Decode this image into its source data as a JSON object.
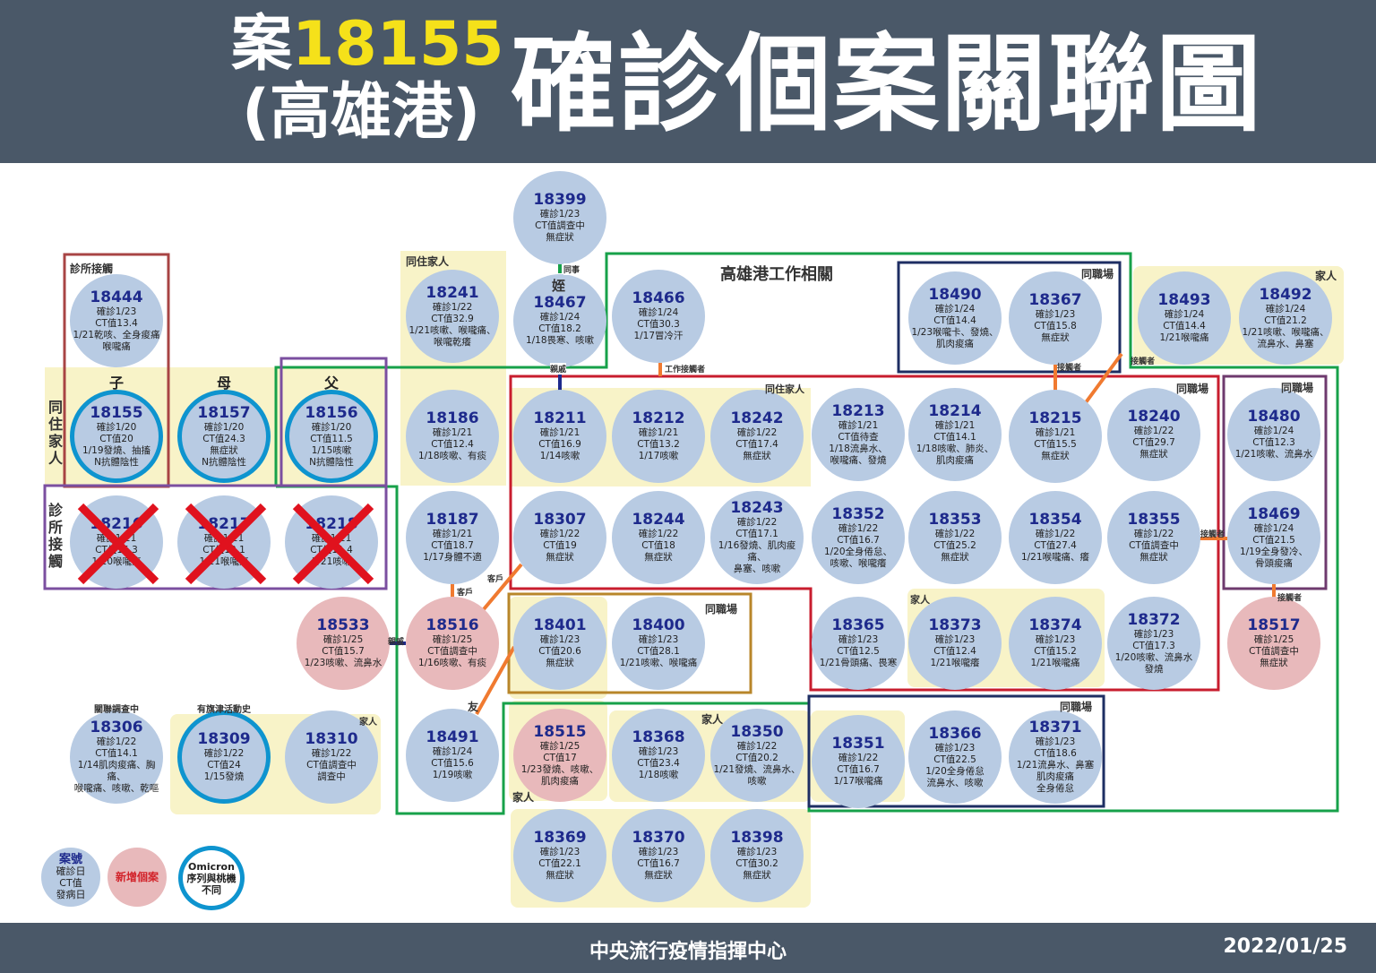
{
  "header": {
    "case_prefix": "案",
    "case_no": "18155",
    "location": "(高雄港)",
    "title": "確診個案關聯圖"
  },
  "footer": {
    "org": "中央流行疫情指揮中心",
    "date": "2022/01/25"
  },
  "colors": {
    "normal": "#b8cbe3",
    "new": "#e8b9bb",
    "omicron_ring": "#0e94cf",
    "id_text": "#1e2a8c"
  },
  "labels": {
    "clinic": "診所接觸",
    "cohabit_vert": "同住家人",
    "clinic_vert": "診所接觸",
    "son": "子",
    "mother": "母",
    "father": "父",
    "cohabit": "同住家人",
    "cohabit2": "同住家人",
    "port": "高雄港工作相關",
    "coworker_a": "同職場",
    "coworker_b": "同職場",
    "coworker_c": "同職場",
    "coworker_d": "同職場",
    "coworker_e": "同職場",
    "family_a": "家人",
    "family_b": "家人",
    "family_c": "家人",
    "family_d": "家人",
    "family_e": "家人",
    "niece": "姪",
    "colleague": "同事",
    "relative_a": "親戚",
    "relative_b": "親戚",
    "work_contact": "工作接觸者",
    "contact_a": "接觸者",
    "contact_b": "接觸者",
    "contact_c": "接觸者",
    "contact_d": "接觸者",
    "client_a": "客戶",
    "client_b": "客戶",
    "friend": "友",
    "investigating": "關聯調查中",
    "tianjin": "有旗津活動史"
  },
  "legend": {
    "id": "案號",
    "confirm": "確診日",
    "ct": "CT值",
    "onset": "發病日",
    "new": "新增個案",
    "omicron1": "Omicron",
    "omicron2": "序列與桃機",
    "omicron3": "不同"
  },
  "cases": {
    "18399": {
      "lines": [
        "確診1/23",
        "CT值調查中",
        "無症狀"
      ]
    },
    "18444": {
      "lines": [
        "確診1/23",
        "CT值13.4",
        "1/21乾咳、全身痠痛",
        "喉嚨痛"
      ]
    },
    "18155": {
      "omicron": true,
      "lines": [
        "確診1/20",
        "CT值20",
        "1/19發燒、抽搐",
        "N抗體陰性"
      ]
    },
    "18157": {
      "omicron": true,
      "lines": [
        "確診1/20",
        "CT值24.3",
        "無症狀",
        "N抗體陰性"
      ]
    },
    "18156": {
      "omicron": true,
      "lines": [
        "確診1/20",
        "CT值11.5",
        "1/15咳嗽",
        "N抗體陰性"
      ]
    },
    "18216": {
      "crossed": true,
      "lines": [
        "確診1/21",
        "CT值15.3",
        "1/20喉嚨痛"
      ]
    },
    "18217": {
      "crossed": true,
      "lines": [
        "確診1/21",
        "CT值12.1",
        "1/21喉嚨痛"
      ]
    },
    "18218": {
      "crossed": true,
      "lines": [
        "確診1/21",
        "CT值11.4",
        "1/21咳嗽"
      ]
    },
    "18241": {
      "lines": [
        "確診1/22",
        "CT值32.9",
        "1/21咳嗽、喉嚨痛、",
        "喉嚨乾癢"
      ]
    },
    "18467": {
      "lines": [
        "確診1/24",
        "CT值18.2",
        "1/18畏寒、咳嗽"
      ]
    },
    "18466": {
      "lines": [
        "確診1/24",
        "CT值30.3",
        "1/17冒冷汗"
      ]
    },
    "18490": {
      "lines": [
        "確診1/24",
        "CT值14.4",
        "1/23喉嚨卡、發燒、",
        "肌肉痠痛"
      ]
    },
    "18367": {
      "lines": [
        "確診1/23",
        "CT值15.8",
        "無症狀"
      ]
    },
    "18493": {
      "lines": [
        "確診1/24",
        "CT值14.4",
        "1/21喉嚨痛"
      ]
    },
    "18492": {
      "lines": [
        "確診1/24",
        "CT值21.2",
        "1/21咳嗽、喉嚨痛、",
        "流鼻水、鼻塞"
      ]
    },
    "18186": {
      "lines": [
        "確診1/21",
        "CT值12.4",
        "1/18咳嗽、有痰"
      ]
    },
    "18211": {
      "lines": [
        "確診1/21",
        "CT值16.9",
        "1/14咳嗽"
      ]
    },
    "18212": {
      "lines": [
        "確診1/21",
        "CT值13.2",
        "1/17咳嗽"
      ]
    },
    "18242": {
      "lines": [
        "確診1/22",
        "CT值17.4",
        "無症狀"
      ]
    },
    "18213": {
      "lines": [
        "確診1/21",
        "CT值待查",
        "1/18流鼻水、",
        "喉嚨痛、發燒"
      ]
    },
    "18214": {
      "lines": [
        "確診1/21",
        "CT值14.1",
        "1/18咳嗽、肺炎、",
        "肌肉痠痛"
      ]
    },
    "18215": {
      "lines": [
        "確診1/21",
        "CT值15.5",
        "無症狀"
      ]
    },
    "18240": {
      "lines": [
        "確診1/22",
        "CT值29.7",
        "無症狀"
      ]
    },
    "18480": {
      "lines": [
        "確診1/24",
        "CT值12.3",
        "1/21咳嗽、流鼻水"
      ]
    },
    "18187": {
      "lines": [
        "確診1/21",
        "CT值18.7",
        "1/17身體不適"
      ]
    },
    "18307": {
      "lines": [
        "確診1/22",
        "CT值19",
        "無症狀"
      ]
    },
    "18244": {
      "lines": [
        "確診1/22",
        "CT值18",
        "無症狀"
      ]
    },
    "18243": {
      "lines": [
        "確診1/22",
        "CT值17.1",
        "1/16發燒、肌肉痠痛、",
        "鼻塞、咳嗽"
      ]
    },
    "18352": {
      "lines": [
        "確診1/22",
        "CT值16.7",
        "1/20全身倦怠、",
        "咳嗽、喉嚨癢"
      ]
    },
    "18353": {
      "lines": [
        "確診1/22",
        "CT值25.2",
        "無症狀"
      ]
    },
    "18354": {
      "lines": [
        "確診1/22",
        "CT值27.4",
        "1/21喉嚨痛、癢"
      ]
    },
    "18355": {
      "lines": [
        "確診1/22",
        "CT值調查中",
        "無症狀"
      ]
    },
    "18469": {
      "lines": [
        "確診1/24",
        "CT值21.5",
        "1/19全身發冷、",
        "骨頭痠痛"
      ]
    },
    "18533": {
      "new": true,
      "lines": [
        "確診1/25",
        "CT值15.7",
        "1/23咳嗽、流鼻水"
      ]
    },
    "18516": {
      "new": true,
      "lines": [
        "確診1/25",
        "CT值調查中",
        "1/16咳嗽、有痰"
      ]
    },
    "18401": {
      "lines": [
        "確診1/23",
        "CT值20.6",
        "無症狀"
      ]
    },
    "18400": {
      "lines": [
        "確診1/23",
        "CT值28.1",
        "1/21咳嗽、喉嚨痛"
      ]
    },
    "18365": {
      "lines": [
        "確診1/23",
        "CT值12.5",
        "1/21骨頭痛、畏寒"
      ]
    },
    "18373": {
      "lines": [
        "確診1/23",
        "CT值12.4",
        "1/21喉嚨癢"
      ]
    },
    "18374": {
      "lines": [
        "確診1/23",
        "CT值15.2",
        "1/21喉嚨痛"
      ]
    },
    "18372": {
      "lines": [
        "確診1/23",
        "CT值17.3",
        "1/20咳嗽、流鼻水",
        "發燒"
      ]
    },
    "18517": {
      "new": true,
      "lines": [
        "確診1/25",
        "CT值調查中",
        "無症狀"
      ]
    },
    "18306": {
      "lines": [
        "確診1/22",
        "CT值14.1",
        "1/14肌肉痠痛、胸痛、",
        "喉嚨痛、咳嗽、乾嘔"
      ]
    },
    "18309": {
      "omicron": true,
      "lines": [
        "確診1/22",
        "CT值24",
        "1/15發燒"
      ]
    },
    "18310": {
      "lines": [
        "確診1/22",
        "CT值調查中",
        "調查中"
      ]
    },
    "18491": {
      "lines": [
        "確診1/24",
        "CT值15.6",
        "1/19咳嗽"
      ]
    },
    "18515": {
      "new": true,
      "lines": [
        "確診1/25",
        "CT值17",
        "1/23發燒、咳嗽、",
        "肌肉痠痛"
      ]
    },
    "18368": {
      "lines": [
        "確診1/23",
        "CT值23.4",
        "1/18咳嗽"
      ]
    },
    "18350": {
      "lines": [
        "確診1/22",
        "CT值20.2",
        "1/21發燒、流鼻水、",
        "咳嗽"
      ]
    },
    "18351": {
      "lines": [
        "確診1/22",
        "CT值16.7",
        "1/17喉嚨痛"
      ]
    },
    "18366": {
      "lines": [
        "確診1/23",
        "CT值22.5",
        "1/20全身倦怠",
        "流鼻水、咳嗽"
      ]
    },
    "18371": {
      "lines": [
        "確診1/23",
        "CT值18.6",
        "1/21流鼻水、鼻塞",
        "肌肉痠痛",
        "全身倦怠"
      ]
    },
    "18369": {
      "lines": [
        "確診1/23",
        "CT值22.1",
        "無症狀"
      ]
    },
    "18370": {
      "lines": [
        "確診1/23",
        "CT值16.7",
        "無症狀"
      ]
    },
    "18398": {
      "lines": [
        "確診1/23",
        "CT值30.2",
        "無症狀"
      ]
    }
  }
}
